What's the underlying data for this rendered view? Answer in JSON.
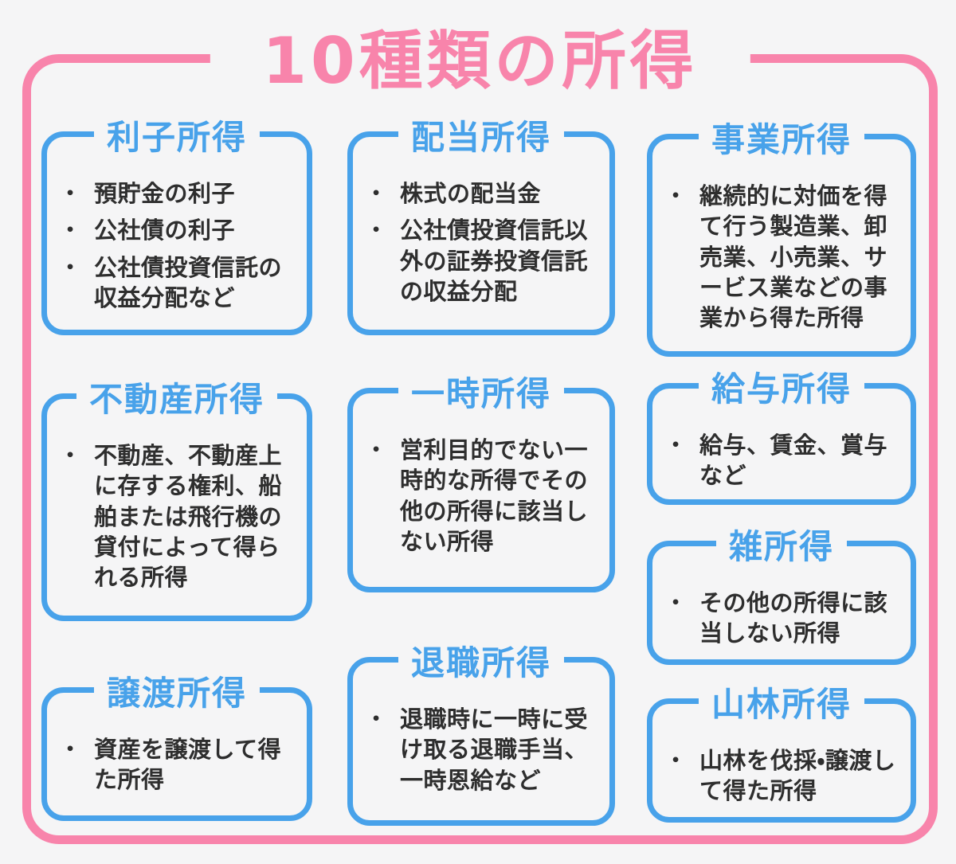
{
  "page": {
    "title": "10種類の所得",
    "bullet": "•",
    "colors": {
      "background": "#f5f5f6",
      "accent_pink": "#f884ab",
      "accent_blue": "#48a2ea",
      "text": "#2e2e2e"
    }
  },
  "boxes": [
    {
      "title": "利子所得",
      "items": [
        "預貯金の利子",
        "公社債の利子",
        "公社債投資信託の収益分配など"
      ]
    },
    {
      "title": "配当所得",
      "items": [
        "株式の配当金",
        "公社債投資信託以外の証券投資信託の収益分配"
      ]
    },
    {
      "title": "事業所得",
      "items": [
        "継続的に対価を得て行う製造業、卸売業、小売業、サービス業などの事業から得た所得"
      ]
    },
    {
      "title": "不動産所得",
      "items": [
        "不動産、不動産上に存する権利、船舶または飛行機の貸付によって得られる所得"
      ]
    },
    {
      "title": "一時所得",
      "items": [
        "営利目的でない一時的な所得でその他の所得に該当しない所得"
      ]
    },
    {
      "title": "給与所得",
      "items": [
        "給与、賃金、賞与など"
      ]
    },
    {
      "title": "雑所得",
      "items": [
        "その他の所得に該当しない所得"
      ]
    },
    {
      "title": "譲渡所得",
      "items": [
        "資産を譲渡して得た所得"
      ]
    },
    {
      "title": "退職所得",
      "items": [
        "退職時に一時に受け取る退職手当、一時恩給など"
      ]
    },
    {
      "title": "山林所得",
      "items": [
        "山林を伐採・譲渡して得た所得"
      ]
    }
  ]
}
